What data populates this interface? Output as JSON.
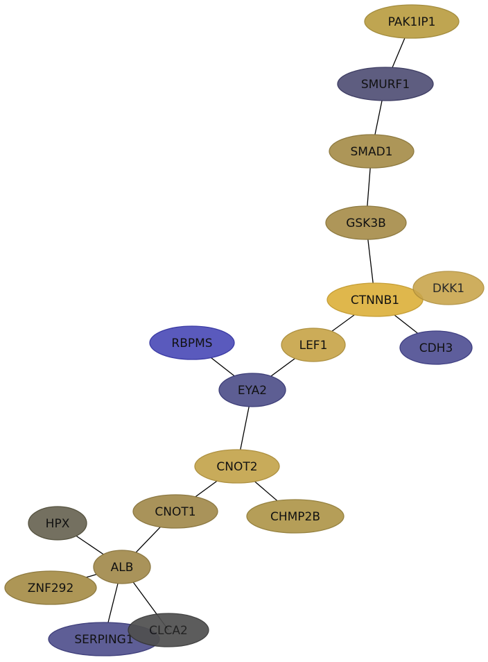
{
  "nodes": [
    {
      "id": "PAK1IP1",
      "label": "PAK1IP1",
      "color": "#bfa551",
      "stroke": "#a38c3e",
      "opacity": 1
    },
    {
      "id": "SMURF1",
      "label": "SMURF1",
      "color": "#5e5d80",
      "stroke": "#3e3d63",
      "opacity": 1
    },
    {
      "id": "SMAD1",
      "label": "SMAD1",
      "color": "#ad9658",
      "stroke": "#8e7a40",
      "opacity": 1
    },
    {
      "id": "GSK3B",
      "label": "GSK3B",
      "color": "#ae9659",
      "stroke": "#8e7a40",
      "opacity": 1
    },
    {
      "id": "CTNNB1",
      "label": "CTNNB1",
      "color": "#dfb74c",
      "stroke": "#c59e36",
      "opacity": 1
    },
    {
      "id": "DKK1",
      "label": "DKK1",
      "color": "#c9a64d",
      "stroke": "#ad8c39",
      "opacity": 0.9
    },
    {
      "id": "LEF1",
      "label": "LEF1",
      "color": "#ccac58",
      "stroke": "#ad9040",
      "opacity": 1
    },
    {
      "id": "CDH3",
      "label": "CDH3",
      "color": "#5e5e9c",
      "stroke": "#3f3f82",
      "opacity": 1
    },
    {
      "id": "RBPMS",
      "label": "RBPMS",
      "color": "#5a5abd",
      "stroke": "#3a3aa3",
      "opacity": 1
    },
    {
      "id": "EYA2",
      "label": "EYA2",
      "color": "#5d5e93",
      "stroke": "#3d3e78",
      "opacity": 1
    },
    {
      "id": "CNOT2",
      "label": "CNOT2",
      "color": "#c8ab5a",
      "stroke": "#ad9040",
      "opacity": 1
    },
    {
      "id": "CNOT1",
      "label": "CNOT1",
      "color": "#a9935a",
      "stroke": "#8c7842",
      "opacity": 1
    },
    {
      "id": "CHMP2B",
      "label": "CHMP2B",
      "color": "#b59e58",
      "stroke": "#968240",
      "opacity": 1
    },
    {
      "id": "HPX",
      "label": "HPX",
      "color": "#747060",
      "stroke": "#55523f",
      "opacity": 1
    },
    {
      "id": "ALB",
      "label": "ALB",
      "color": "#a9935a",
      "stroke": "#8c7842",
      "opacity": 1
    },
    {
      "id": "ZNF292",
      "label": "ZNF292",
      "color": "#ad9656",
      "stroke": "#8e7a40",
      "opacity": 1
    },
    {
      "id": "SERPING1",
      "label": "SERPING1",
      "color": "#5e5e96",
      "stroke": "#3e3e7a",
      "opacity": 1
    },
    {
      "id": "CLCA2",
      "label": "CLCA2",
      "color": "#4f4f4f",
      "stroke": "#333333",
      "opacity": 0.92
    }
  ],
  "edges": [
    {
      "source": "PAK1IP1",
      "target": "SMURF1"
    },
    {
      "source": "SMURF1",
      "target": "SMAD1"
    },
    {
      "source": "SMAD1",
      "target": "GSK3B"
    },
    {
      "source": "GSK3B",
      "target": "CTNNB1"
    },
    {
      "source": "CTNNB1",
      "target": "LEF1"
    },
    {
      "source": "CTNNB1",
      "target": "CDH3"
    },
    {
      "source": "LEF1",
      "target": "EYA2"
    },
    {
      "source": "RBPMS",
      "target": "EYA2"
    },
    {
      "source": "EYA2",
      "target": "CNOT2"
    },
    {
      "source": "CNOT2",
      "target": "CNOT1"
    },
    {
      "source": "CNOT2",
      "target": "CHMP2B"
    },
    {
      "source": "CNOT1",
      "target": "ALB"
    },
    {
      "source": "HPX",
      "target": "ALB"
    },
    {
      "source": "ZNF292",
      "target": "ALB"
    },
    {
      "source": "ALB",
      "target": "SERPING1"
    },
    {
      "source": "ALB",
      "target": "CLCA2"
    }
  ]
}
